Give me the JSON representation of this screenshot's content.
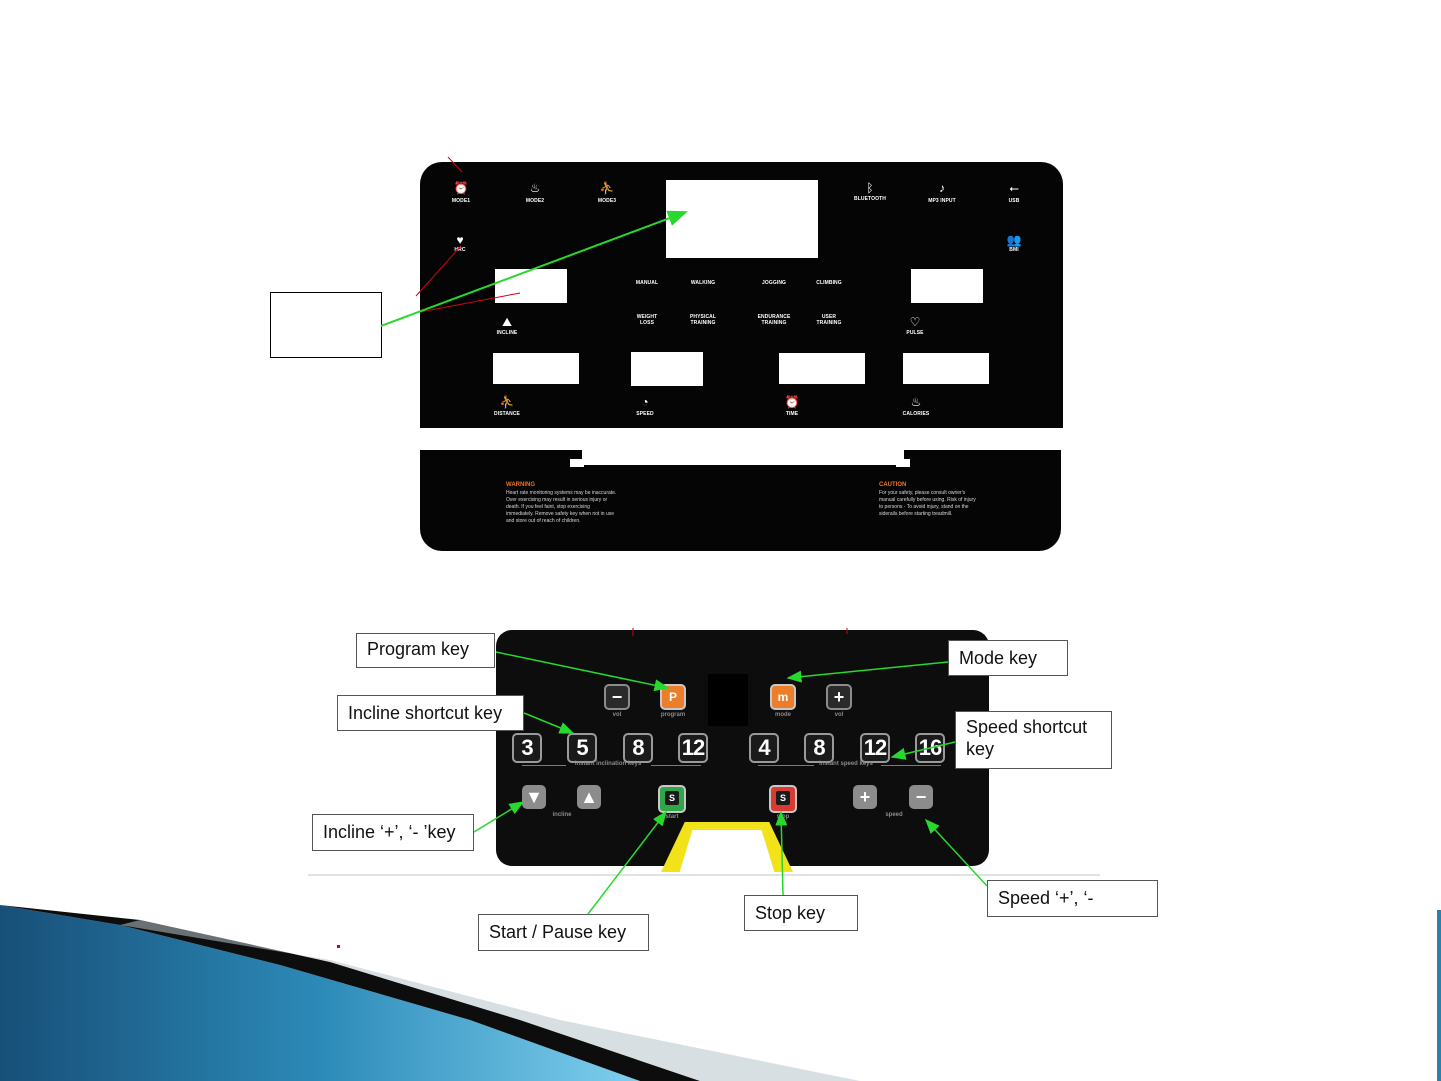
{
  "console": {
    "top_labels": {
      "mode1": "MODE1",
      "mode2": "MODE2",
      "mode3": "MODE3",
      "bluetooth": "Bluetooth",
      "mp3_input": "MP3 INPUT",
      "usb": "USB",
      "hrc": "HRC",
      "bmi": "BMI"
    },
    "programs": {
      "manual": "MANUAL",
      "walking": "WALKING",
      "jogging": "JOGGING",
      "climbing": "CLIMBING",
      "weight_loss": "WEIGHT LOSS",
      "physical_training": "PHYSICAL TRAINING",
      "endurance_training": "ENDURANCE TRAINING",
      "user_training": "USER TRAINING"
    },
    "displays": {
      "incline": "INCLINE",
      "pulse": "PULSE",
      "distance": "DISTANCE",
      "speed": "SPEED",
      "time": "TIME",
      "calories": "CALORIES"
    },
    "warning": {
      "title": "WARNING",
      "text": "Heart rate monitoring systems may be inaccurate. Over exercising may result in serious injury or death. If you feel faint, stop exercising immediately. Remove safety key when not in use and store out of reach of children."
    },
    "caution": {
      "title": "CAUTION",
      "text": "For your safety, please consult owner's manual carefully before using. Risk of injury to persons - To avoid injury, stand on the siderails before starting treadmill."
    }
  },
  "keypad": {
    "labels": {
      "vol_left": "vol",
      "program": "program",
      "mode": "mode",
      "vol_right": "vol",
      "instant_incline": "instant inclination keys",
      "instant_speed": "instant speed keys",
      "incline": "incline",
      "start": "start",
      "stop": "stop",
      "speed": "speed"
    },
    "keys": {
      "program": "P",
      "mode": "m",
      "start": "S",
      "stop": "S",
      "minus": "−",
      "plus": "+"
    },
    "incline_keys": [
      "3",
      "5",
      "8",
      "12"
    ],
    "speed_keys": [
      "4",
      "8",
      "12",
      "16"
    ]
  },
  "callouts": {
    "program_key": "Program key",
    "mode_key": "Mode key",
    "incline_shortcut_key": "Incline shortcut key",
    "speed_shortcut_key_line1": "Speed shortcut",
    "speed_shortcut_key_line2": "key",
    "incline_plus_minus": "Incline ‘+’, ‘- ’key",
    "start_pause": "Start / Pause key",
    "stop_key": "Stop    key",
    "speed_plus_minus": "Speed    ‘+’, ‘-"
  },
  "colors": {
    "arrow_green": "#27d82d",
    "annotation_red": "#d0021b",
    "warning_orange": "#e8742b",
    "slide_blue": "#2c7fa8"
  },
  "icons": {
    "mode1": "alarm-clock-icon",
    "mode2": "flame-icon",
    "mode3": "runner-icon",
    "bluetooth": "bluetooth-icon",
    "mp3": "music-note-icon",
    "usb": "usb-icon",
    "hrc": "heart-icon",
    "bmi": "people-icon"
  }
}
